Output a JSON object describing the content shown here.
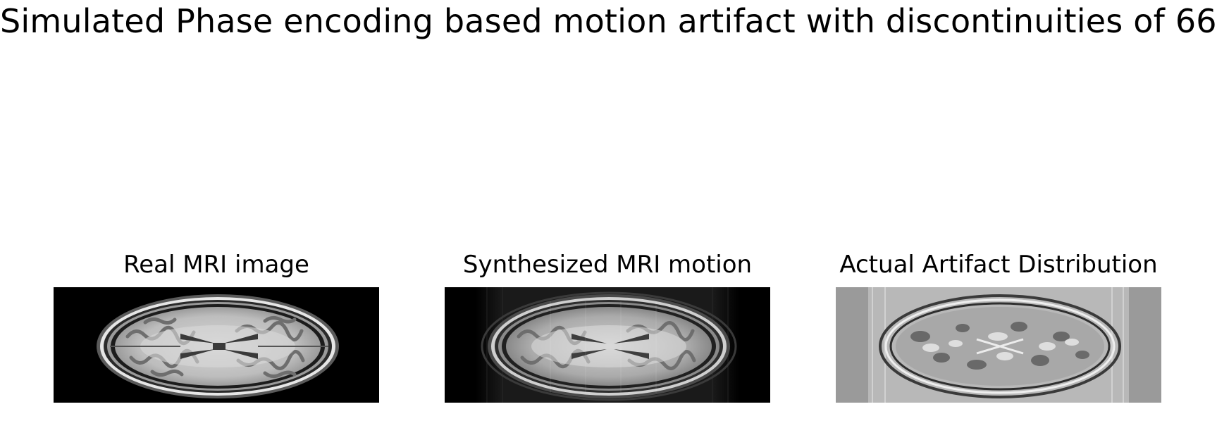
{
  "figure": {
    "title": "Simulated Phase encoding based motion artifact with discontinuities of 66"
  },
  "panels": [
    {
      "title": "Real MRI image",
      "image": "axial-brain-mri-clean",
      "colormap": "gray"
    },
    {
      "title": "Synthesized MRI motion",
      "image": "axial-brain-mri-motion-ghosting",
      "colormap": "gray"
    },
    {
      "title": "Actual Artifact Distribution",
      "image": "motion-artifact-difference-map",
      "colormap": "gray"
    }
  ],
  "colors": {
    "background": "#ffffff",
    "image_background_dark": "#000000",
    "artifact_background": "#9a9a9a",
    "text": "#000000"
  }
}
